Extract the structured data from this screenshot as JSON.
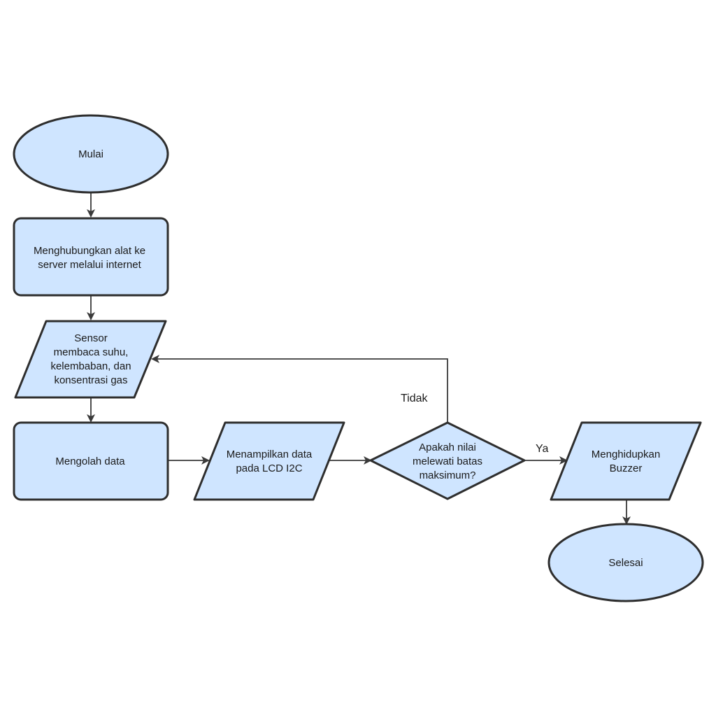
{
  "nodes": {
    "start": {
      "lines": [
        "Mulai"
      ]
    },
    "connect": {
      "lines": [
        "Menghubungkan alat ke",
        "server melalui internet"
      ]
    },
    "sensor": {
      "lines": [
        "Sensor",
        "membaca suhu,",
        "kelembaban, dan",
        "konsentrasi gas"
      ]
    },
    "process": {
      "lines": [
        "Mengolah data"
      ]
    },
    "display": {
      "lines": [
        "Menampilkan data",
        "pada LCD I2C"
      ]
    },
    "decision": {
      "lines": [
        "Apakah nilai",
        "melewati batas",
        "maksimum?"
      ]
    },
    "buzzer": {
      "lines": [
        "Menghidupkan",
        "Buzzer"
      ]
    },
    "end": {
      "lines": [
        "Selesai"
      ]
    }
  },
  "edge_labels": {
    "no": "Tidak",
    "yes": "Ya"
  },
  "colors": {
    "fill": "#cfe5ff",
    "stroke": "#2e2e2e",
    "edge": "#3a3a3a"
  }
}
